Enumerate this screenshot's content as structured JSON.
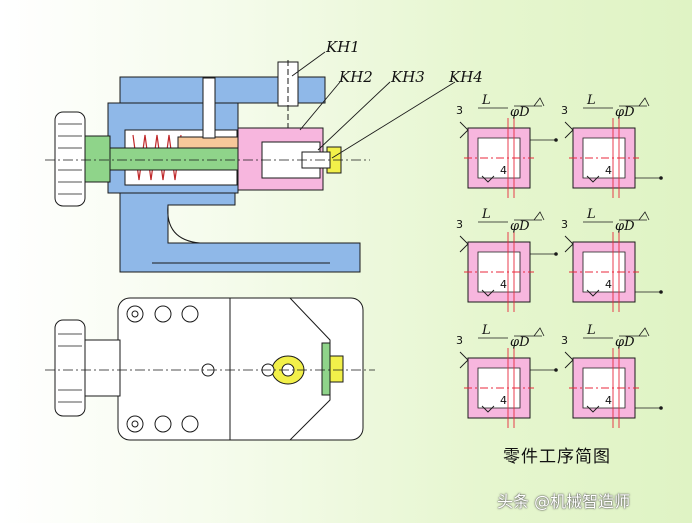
{
  "labels": {
    "kh1": "KH1",
    "kh2": "KH2",
    "kh3": "KH3",
    "kh4": "KH4"
  },
  "dims": {
    "L": "L",
    "phiD": "φD",
    "side": "3",
    "bottom": "4"
  },
  "caption": "零件工序简图",
  "watermark": "头条 @机械智造师",
  "colors": {
    "blue": "#8fb8e8",
    "pink": "#f7b6de",
    "green": "#8fd48a",
    "yellow": "#f2f04a",
    "orange": "#f7c89a",
    "red": "#e8283c",
    "outline": "#1a1a1a"
  }
}
